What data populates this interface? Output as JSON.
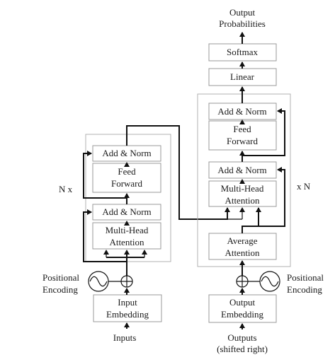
{
  "encoder": {
    "add_norm_top": "Add & Norm",
    "feed_forward": [
      "Feed",
      "Forward"
    ],
    "add_norm_bottom": "Add & Norm",
    "attention": [
      "Multi-Head",
      "Attention"
    ],
    "repeat_label": "N x",
    "positional_encoding": [
      "Positional",
      "Encoding"
    ],
    "input_embedding": [
      "Input",
      "Embedding"
    ],
    "inputs_label": "Inputs"
  },
  "decoder": {
    "add_norm_top": "Add & Norm",
    "feed_forward": [
      "Feed",
      "Forward"
    ],
    "add_norm_middle": "Add & Norm",
    "attention": [
      "Multi-Head",
      "Attention"
    ],
    "average_attention": [
      "Average",
      "Attention"
    ],
    "repeat_label": "x N",
    "positional_encoding": [
      "Positional",
      "Encoding"
    ],
    "output_embedding": [
      "Output",
      "Embedding"
    ],
    "outputs_label": [
      "Outputs",
      "(shifted right)"
    ]
  },
  "head": {
    "linear": "Linear",
    "softmax": "Softmax",
    "output_probabilities": [
      "Output",
      "Probabilities"
    ]
  }
}
